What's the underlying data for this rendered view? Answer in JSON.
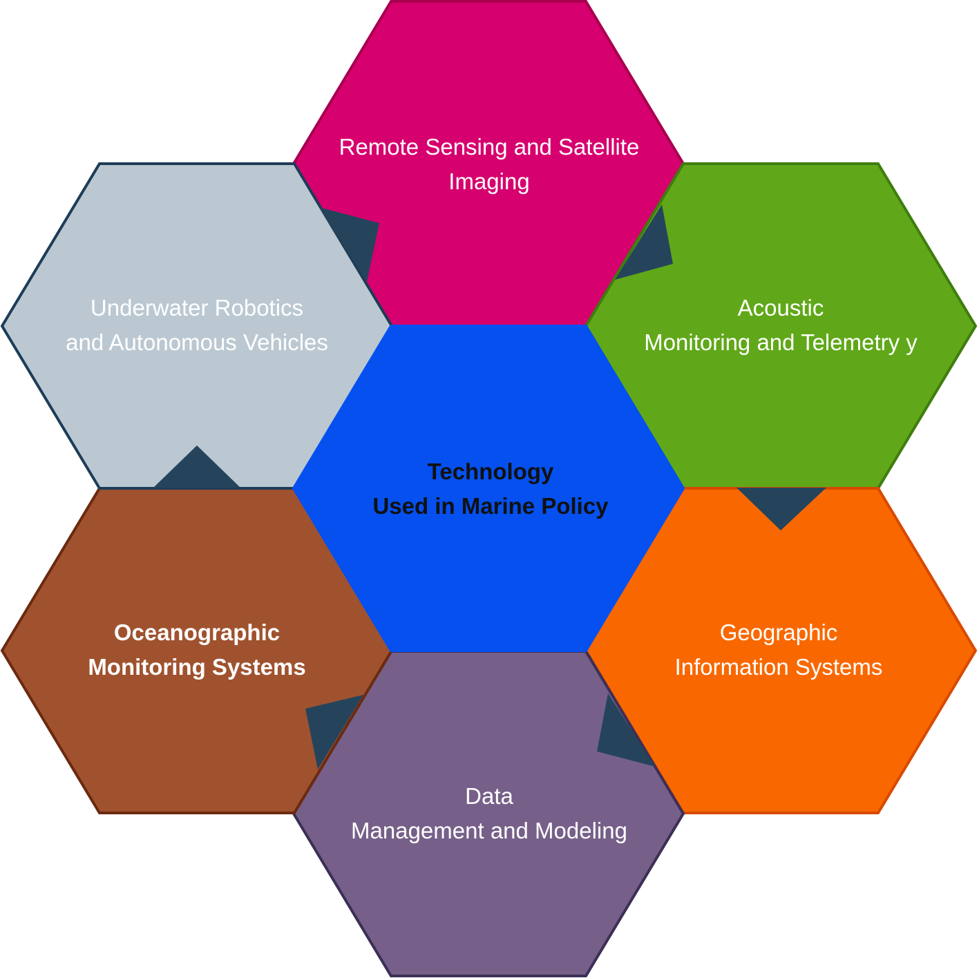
{
  "diagram": {
    "center": {
      "lines": [
        "Technology",
        "Used in Marine Policy"
      ],
      "fill": "#0550ef",
      "stroke": "#0550ef",
      "text_color": "#111111",
      "bold": true
    },
    "hexes": [
      {
        "id": "remote-sensing",
        "lines": [
          "Remote Sensing and Satellite",
          "Imaging"
        ],
        "fill": "#d6006e",
        "stroke": "#a8004f",
        "text_color": "#ffffff",
        "bold": false
      },
      {
        "id": "acoustic-monitoring",
        "lines": [
          "Acoustic",
          "Monitoring and Telemetry y"
        ],
        "fill": "#60a819",
        "stroke": "#3f7d0e",
        "text_color": "#ffffff",
        "bold": false
      },
      {
        "id": "geographic-information",
        "lines": [
          "Geographic",
          "Information Systems"
        ],
        "fill": "#f96800",
        "stroke": "#d84a00",
        "text_color": "#ffffff",
        "bold": false
      },
      {
        "id": "data-management",
        "lines": [
          "Data",
          "Management and Modeling"
        ],
        "fill": "#766089",
        "stroke": "#3c2f55",
        "text_color": "#ffffff",
        "bold": false
      },
      {
        "id": "oceanographic-monitoring",
        "lines": [
          "Oceanographic",
          "Monitoring Systems"
        ],
        "fill": "#a0522e",
        "stroke": "#6b2a10",
        "text_color": "#ffffff",
        "bold": true
      },
      {
        "id": "underwater-robotics",
        "lines": [
          "Underwater Robotics",
          "and Autonomous Vehicles"
        ],
        "fill": "#bbc8d2",
        "stroke": "#1d3c57",
        "text_color": "#ffffff",
        "bold": false
      }
    ],
    "connector_color": "#25445c"
  }
}
